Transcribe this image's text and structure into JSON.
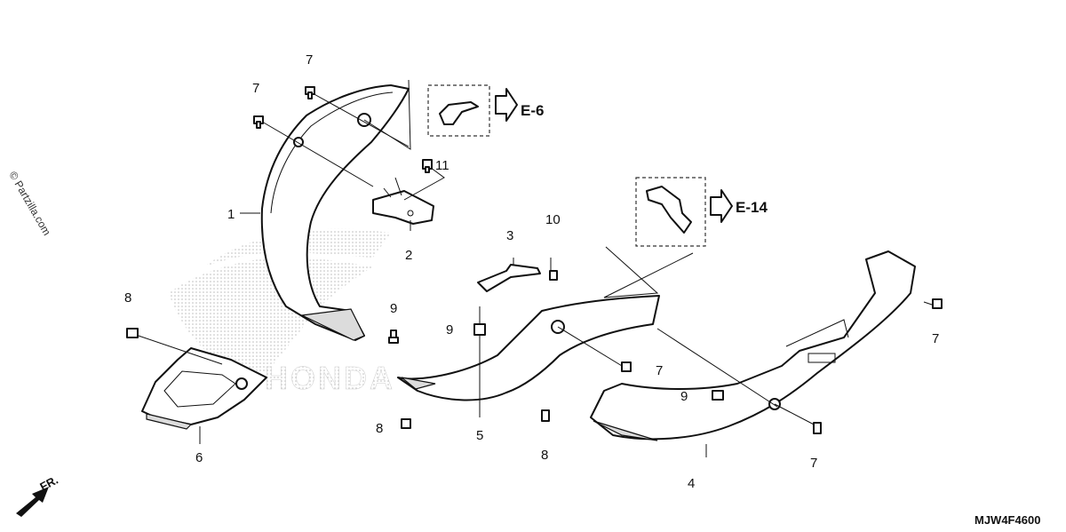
{
  "watermark": {
    "copyright": "© Partzilla.com",
    "brand": "HONDA"
  },
  "drawing_code": "MJW4F4600",
  "direction_label": "FR.",
  "references": [
    {
      "id": "e6",
      "label": "E-6"
    },
    {
      "id": "e14",
      "label": "E-14"
    }
  ],
  "callouts": [
    {
      "id": "c1",
      "label": "1"
    },
    {
      "id": "c2",
      "label": "2"
    },
    {
      "id": "c3",
      "label": "3"
    },
    {
      "id": "c4",
      "label": "4"
    },
    {
      "id": "c5",
      "label": "5"
    },
    {
      "id": "c6",
      "label": "6"
    },
    {
      "id": "c7a",
      "label": "7"
    },
    {
      "id": "c7b",
      "label": "7"
    },
    {
      "id": "c7c",
      "label": "7"
    },
    {
      "id": "c7d",
      "label": "7"
    },
    {
      "id": "c7e",
      "label": "7"
    },
    {
      "id": "c8a",
      "label": "8"
    },
    {
      "id": "c8b",
      "label": "8"
    },
    {
      "id": "c8c",
      "label": "8"
    },
    {
      "id": "c9a",
      "label": "9"
    },
    {
      "id": "c9b",
      "label": "9"
    },
    {
      "id": "c9c",
      "label": "9"
    },
    {
      "id": "c10",
      "label": "10"
    },
    {
      "id": "c11",
      "label": "11"
    }
  ]
}
